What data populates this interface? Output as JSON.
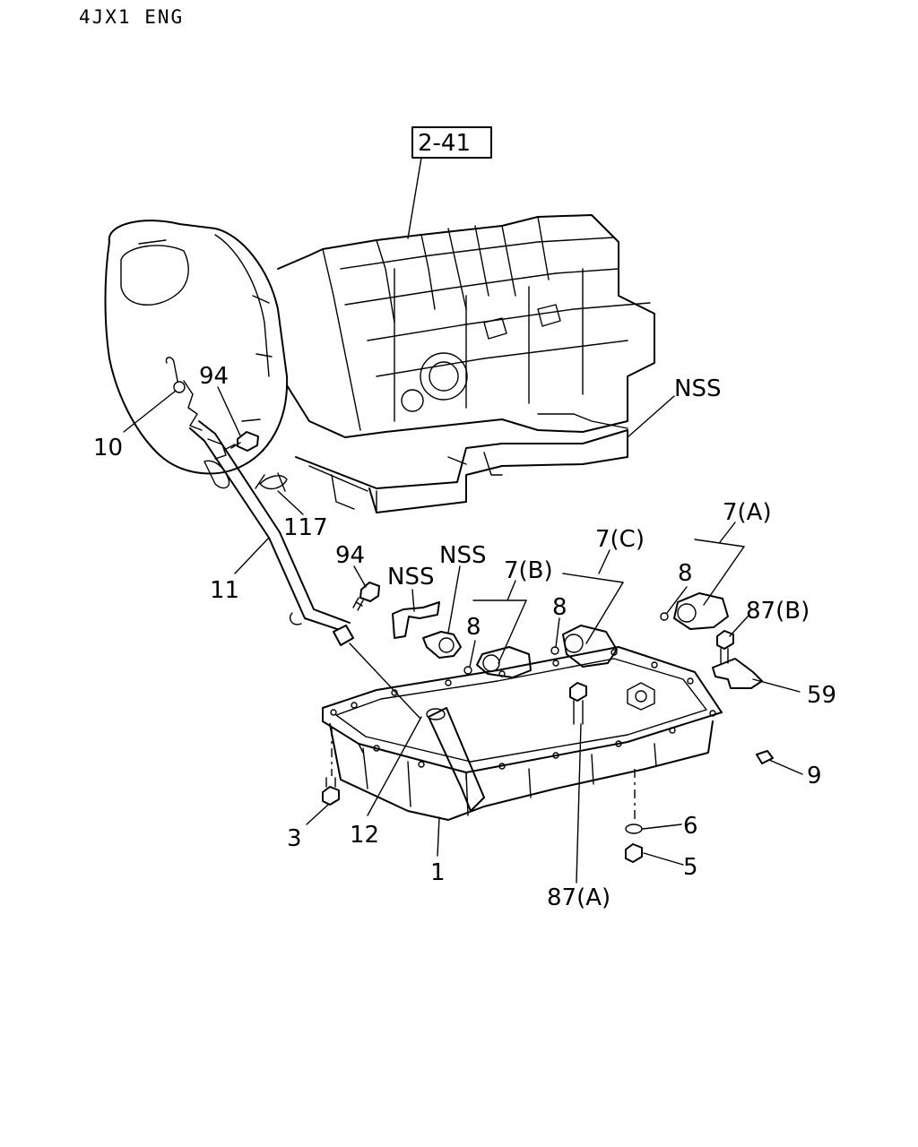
{
  "header": {
    "engine_code": "4JX1  ENG"
  },
  "reference_box": {
    "label": "2-41"
  },
  "callouts": {
    "nss_housing": "NSS",
    "nss_bracket": "NSS",
    "nss_sensor": "NSS",
    "p94_upper": "94",
    "p94_lower": "94",
    "p10": "10",
    "p117": "117",
    "p11": "11",
    "p7a": "7(A)",
    "p7b": "7(B)",
    "p7c": "7(C)",
    "p8_a": "8",
    "p8_b": "8",
    "p8_c": "8",
    "p87b": "87(B)",
    "p59": "59",
    "p9": "9",
    "p6": "6",
    "p5": "5",
    "p87a": "87(A)",
    "p3": "3",
    "p12": "12",
    "p1": "1"
  }
}
